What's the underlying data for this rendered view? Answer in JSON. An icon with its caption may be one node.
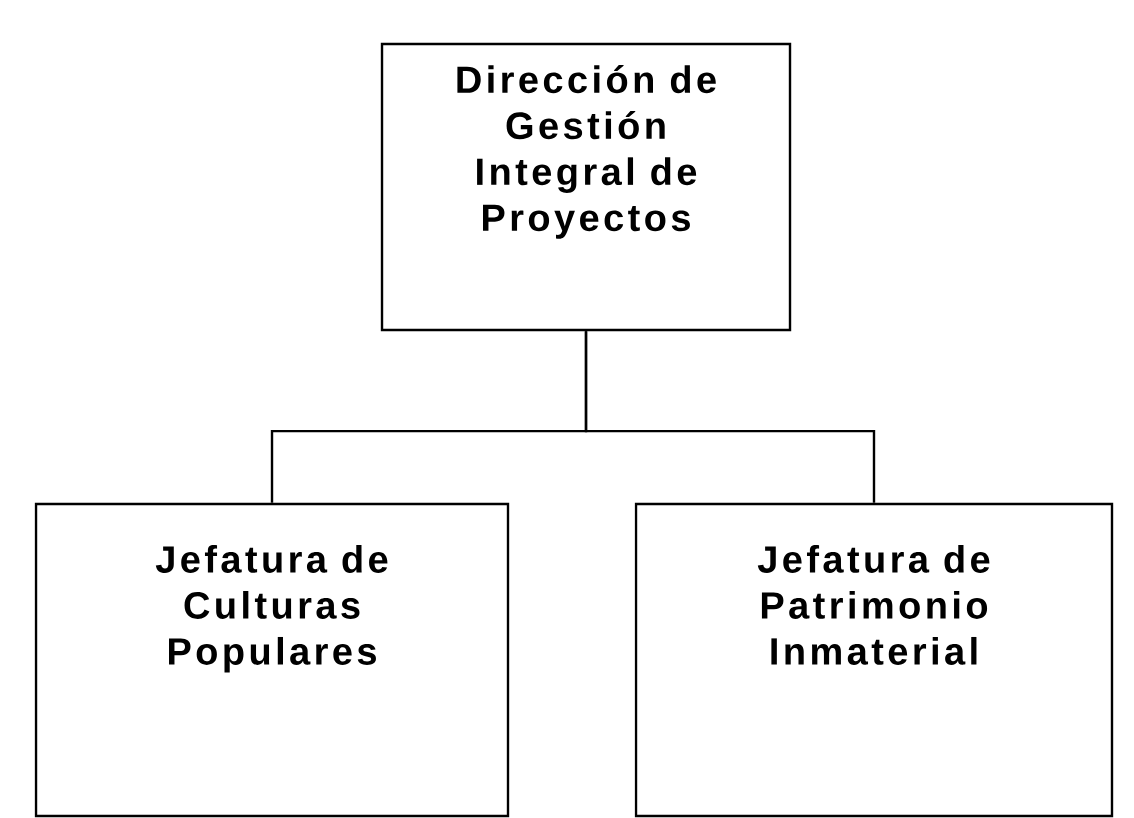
{
  "diagram": {
    "nodes": [
      {
        "text": [
          "Dirección de Gestión Integral de Proyectos"
        ]
      },
      {
        "text": [
          "Jefatura de Culturas Populares"
        ]
      },
      {
        "text": [
          "Jefatura de Patrimonio Inmaterial"
        ]
      }
    ],
    "edges": [
      {
        "from": 0,
        "to": 1,
        "arrow": "none"
      },
      {
        "from": 0,
        "to": 2,
        "arrow": "none"
      }
    ]
  }
}
